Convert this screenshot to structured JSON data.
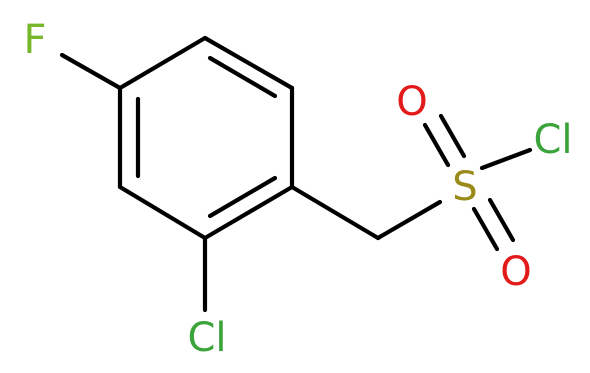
{
  "molecule": {
    "atoms": {
      "fluorine": {
        "label": "F",
        "color": "#76b82a"
      },
      "chlorine_ring": {
        "label": "Cl",
        "color": "#3aa43a"
      },
      "sulfur": {
        "label": "S",
        "color": "#9a8a1a"
      },
      "oxygen_top": {
        "label": "O",
        "color": "#e41a1a"
      },
      "oxygen_bottom": {
        "label": "O",
        "color": "#e41a1a"
      },
      "chlorine_sulfonyl": {
        "label": "Cl",
        "color": "#3aa43a"
      }
    },
    "bond_color": "#000000"
  }
}
